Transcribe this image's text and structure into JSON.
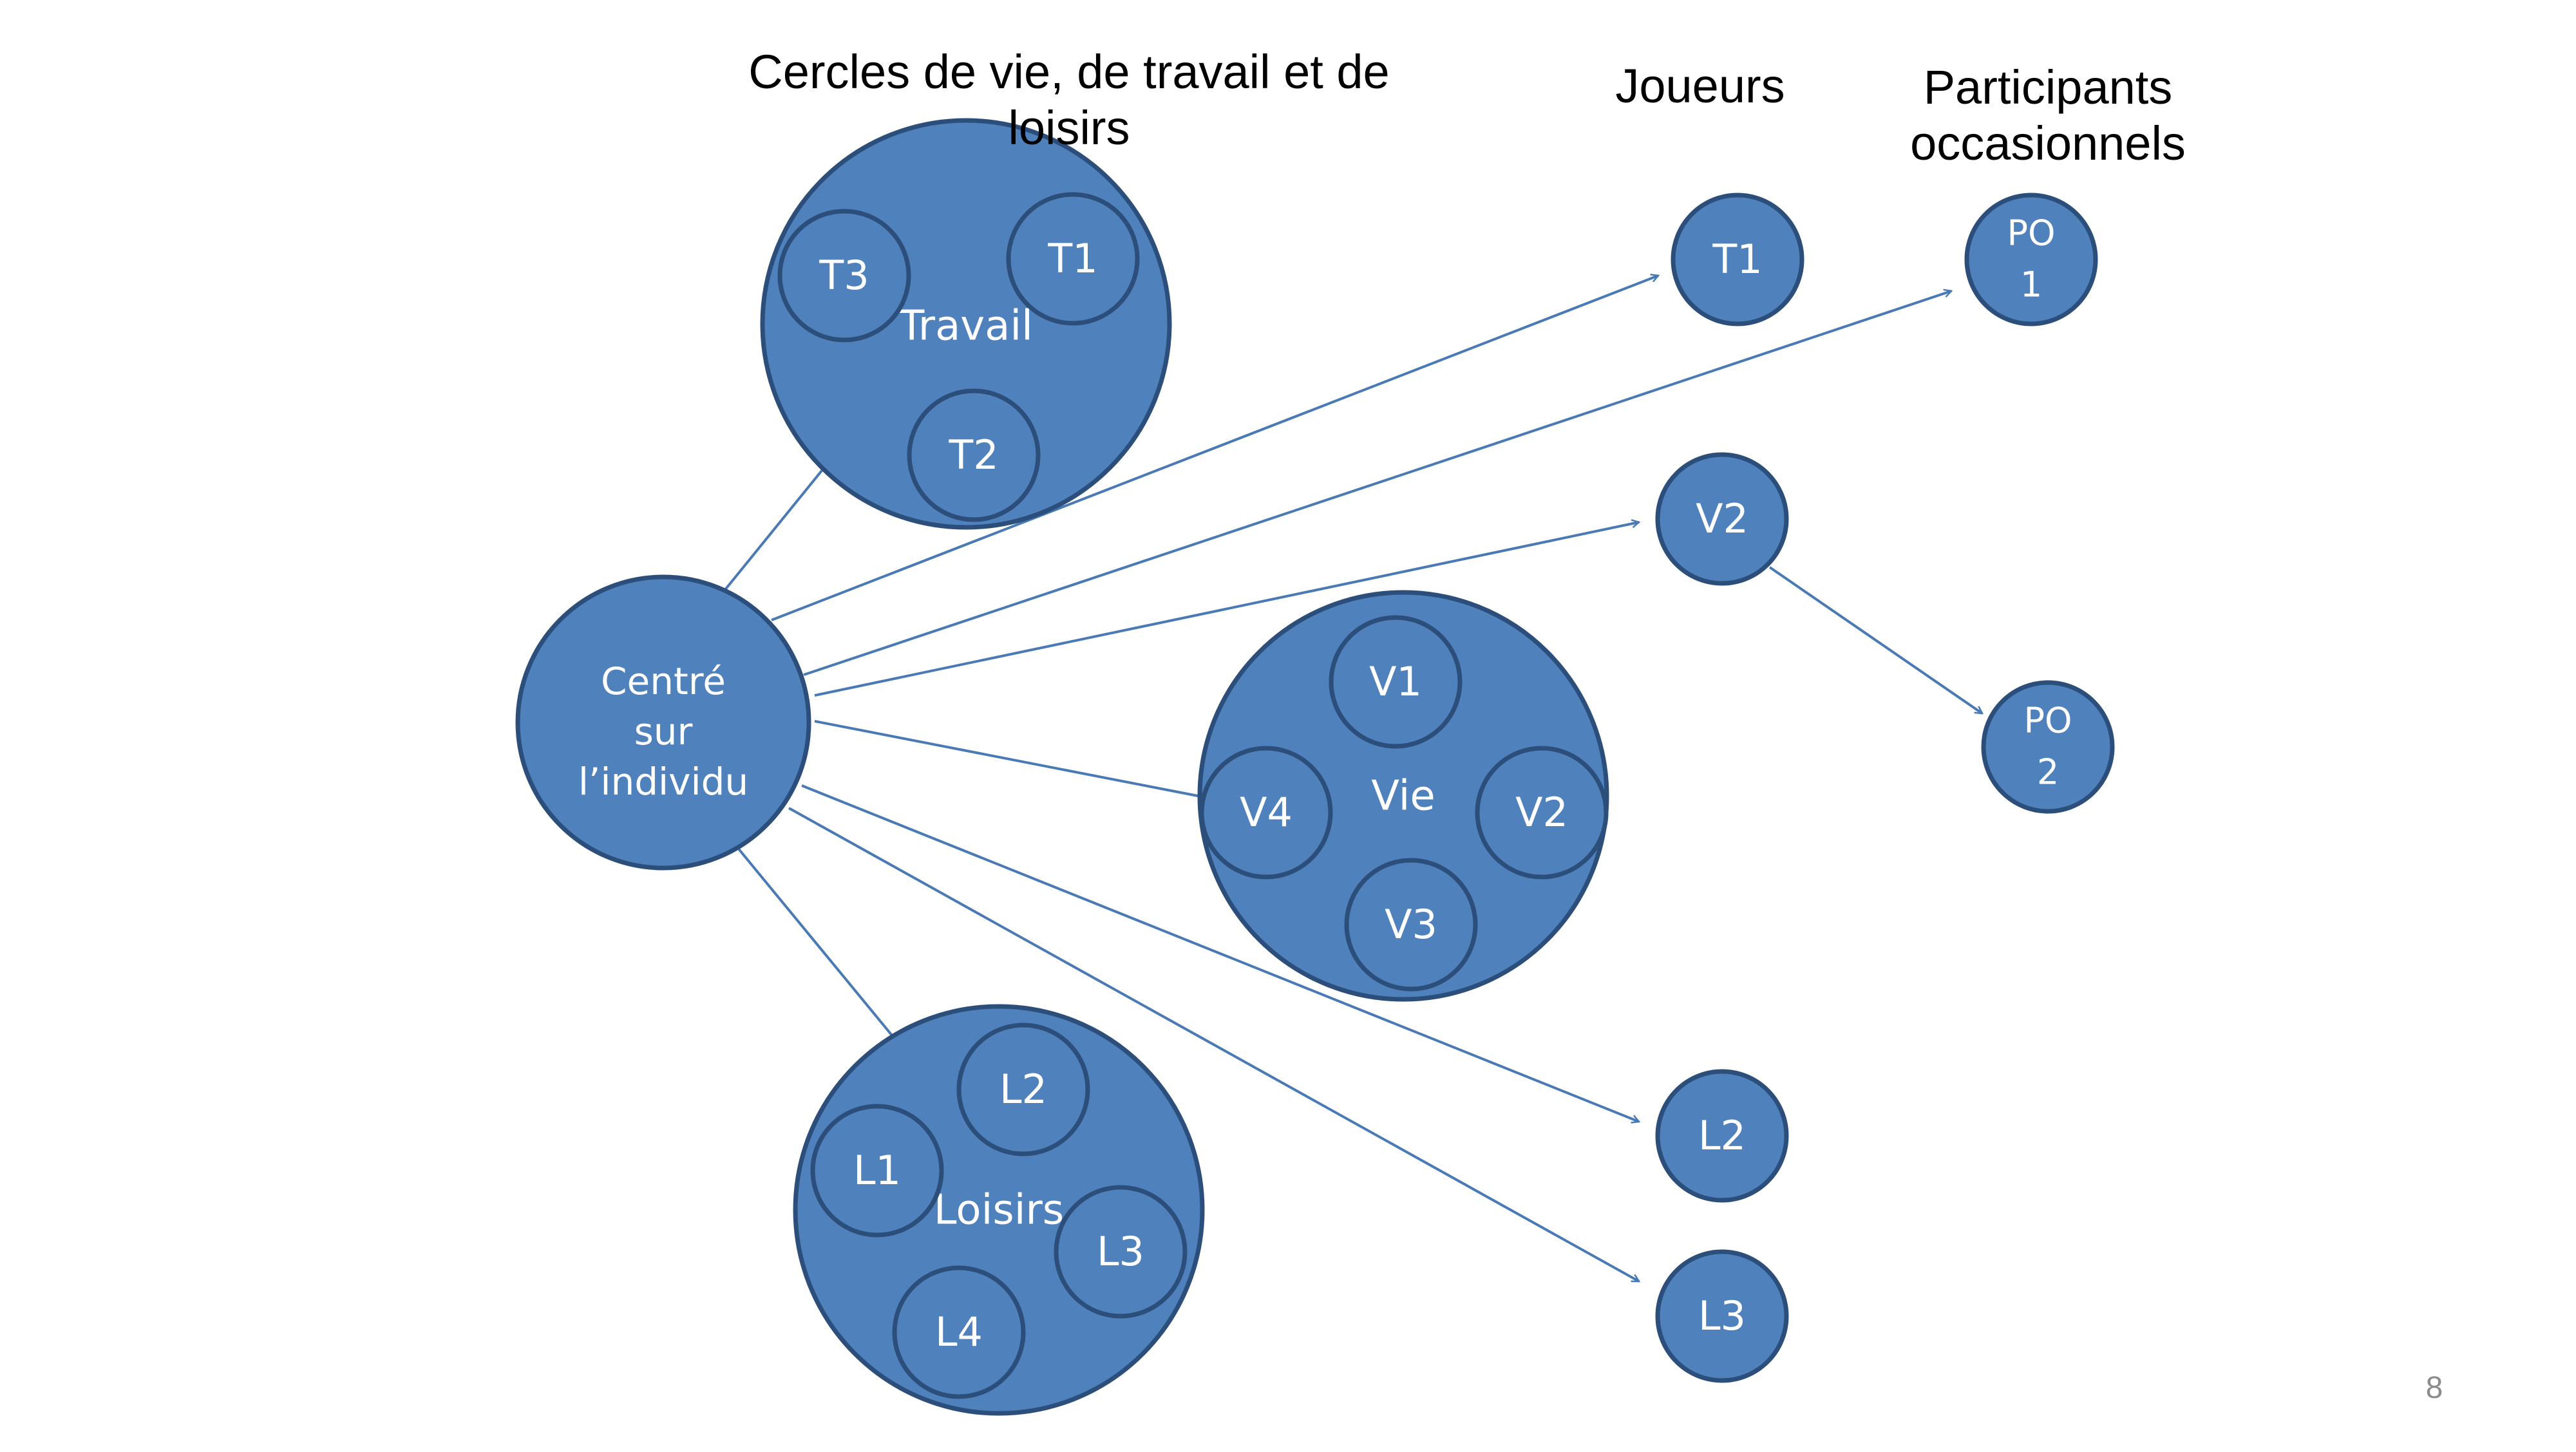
{
  "headers": {
    "cercles": "Cercles de vie, de travail et de loisirs",
    "joueurs": "Joueurs",
    "participants": "Participants occasionnels"
  },
  "page_number": "8",
  "colors": {
    "node_fill": "#4f81bd",
    "node_stroke": "#2c4e7a",
    "edge": "#4a7ab5"
  },
  "center": {
    "label_lines": [
      "Centré",
      "sur",
      "l’individu"
    ]
  },
  "groups": {
    "travail": {
      "label": "Travail",
      "members": [
        "T3",
        "T1",
        "T2"
      ]
    },
    "vie": {
      "label": "Vie",
      "members": [
        "V1",
        "V4",
        "V2",
        "V3"
      ]
    },
    "loisirs": {
      "label": "Loisirs",
      "members": [
        "L2",
        "L1",
        "L3",
        "L4"
      ]
    }
  },
  "joueurs": [
    "T1",
    "V2",
    "L2",
    "L3"
  ],
  "participants_occasionnels": [
    {
      "label_lines": [
        "PO",
        "1"
      ]
    },
    {
      "label_lines": [
        "PO",
        "2"
      ]
    }
  ]
}
